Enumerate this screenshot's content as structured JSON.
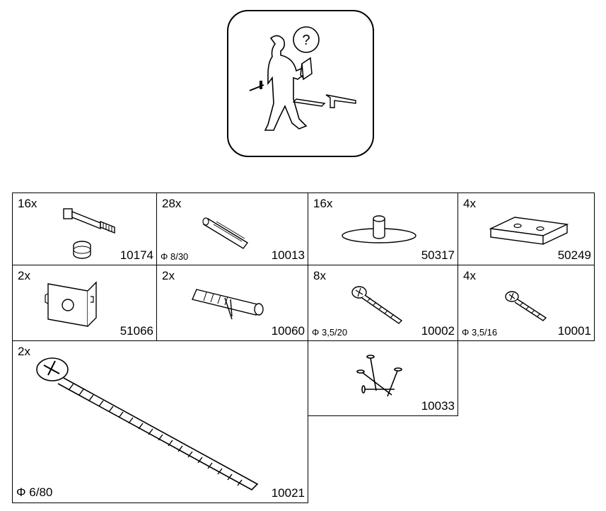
{
  "help": {
    "question_mark": "?"
  },
  "parts": [
    {
      "qty": "16x",
      "code": "10174",
      "dim": ""
    },
    {
      "qty": "28x",
      "code": "10013",
      "dim": "Φ 8/30"
    },
    {
      "qty": "16x",
      "code": "50317",
      "dim": ""
    },
    {
      "qty": "4x",
      "code": "50249",
      "dim": ""
    },
    {
      "qty": "2x",
      "code": "51066",
      "dim": ""
    },
    {
      "qty": "2x",
      "code": "10060",
      "dim": ""
    },
    {
      "qty": "8x",
      "code": "10002",
      "dim": "Φ 3,5/20"
    },
    {
      "qty": "4x",
      "code": "10001",
      "dim": "Φ 3,5/16"
    },
    {
      "qty": "2x",
      "code": "10021",
      "dim": "Φ 6/80"
    },
    {
      "qty": "",
      "code": "10033",
      "dim": ""
    }
  ]
}
